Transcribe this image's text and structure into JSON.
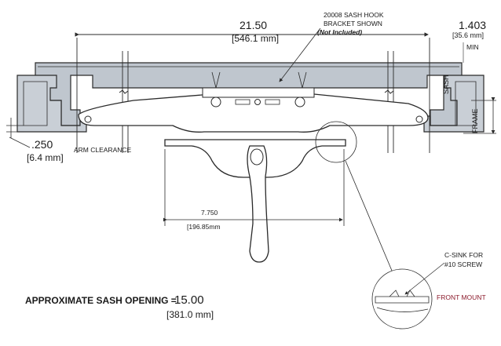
{
  "dimensions": {
    "width": {
      "value": "21.50",
      "metric": "[546.1 mm]"
    },
    "min_depth": {
      "value": "1.403",
      "metric": "[35.6 mm]",
      "note": "MIN"
    },
    "arm_clearance": {
      "value": ".250",
      "metric": "[6.4 mm]",
      "label": "ARM CLEARANCE"
    },
    "handle_offset": {
      "value": "7.750",
      "metric": "[196.85mm"
    },
    "sash_opening": {
      "label": "APPROXIMATE SASH OPENING =",
      "value": "15.00",
      "metric": "[381.0 mm]"
    }
  },
  "callouts": {
    "bracket_line1": "20008 SASH HOOK",
    "bracket_line2": "BRACKET SHOWN",
    "bracket_note": "(Not Included)",
    "csink_line1": "C-SINK FOR",
    "csink_line2": "#10 SCREW",
    "front_mount": "FRONT MOUNT",
    "sash": "SASH",
    "frame": "FRAME"
  },
  "colors": {
    "line": "#2a2a2a",
    "frame_fill": "#c9cfd6",
    "sash_fill": "#bfc6ce",
    "front_mount": "#8b1a2b"
  }
}
